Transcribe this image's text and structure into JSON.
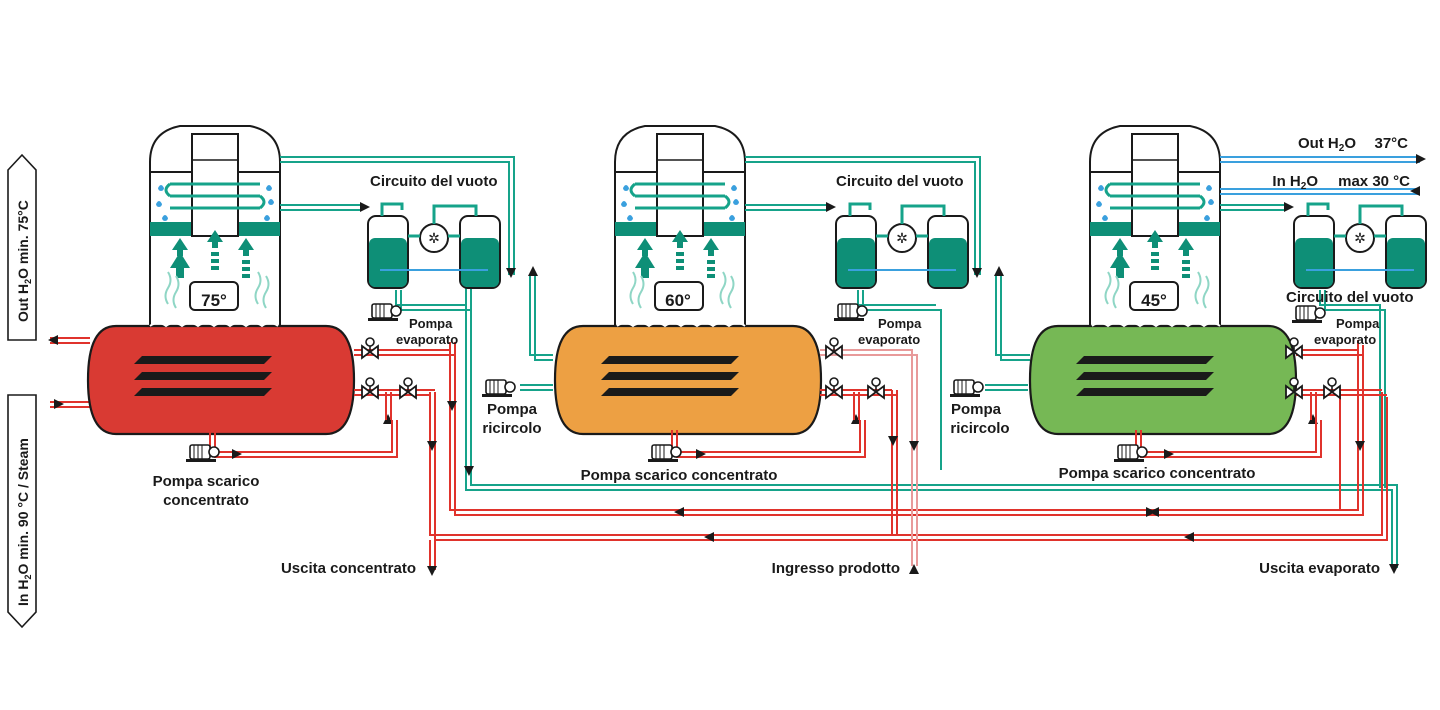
{
  "diagram": {
    "units": [
      {
        "temperature": "75°",
        "color": "#d93a33",
        "vacuum_label": "Circuito del vuoto",
        "pump_evap": [
          "Pompa",
          "evaporato"
        ],
        "pump_discharge": [
          "Pompa scarico",
          "concentrato"
        ]
      },
      {
        "temperature": "60°",
        "color": "#eda043",
        "vacuum_label": "Circuito del vuoto",
        "pump_evap": [
          "Pompa",
          "evaporato"
        ],
        "pump_recirc": [
          "Pompa",
          "ricircolo"
        ],
        "pump_discharge": [
          "Pompa scarico concentrato"
        ]
      },
      {
        "temperature": "45°",
        "color": "#76b855",
        "vacuum_label": "Circuito del vuoto",
        "pump_evap": [
          "Pompa",
          "evaporato"
        ],
        "pump_recirc": [
          "Pompa",
          "ricircolo"
        ],
        "pump_discharge": [
          "Pompa scarico concentrato"
        ]
      }
    ],
    "outputs": {
      "out_water": {
        "prefix": "Out H",
        "sub": "2",
        "mid": "O",
        "value": "37°C"
      },
      "in_water": {
        "prefix": "In H",
        "sub": "2",
        "mid": "O",
        "value": "max 30 °C"
      },
      "uscita_concentrato": "Uscita concentrato",
      "ingresso_prodotto": "Ingresso prodotto",
      "uscita_evaporato": "Uscita evaporato"
    },
    "side_labels": {
      "out_heating": {
        "prefix": "Out H",
        "sub": "2",
        "rest": "O  min. 75°C"
      },
      "in_heating": {
        "prefix": "In H",
        "sub": "2",
        "rest": "O   min. 90 °C / Steam"
      }
    },
    "colors": {
      "hot_line": "#e0332c",
      "cold_line": "#16a38a",
      "water_line": "#3aa0de",
      "liquid": "#0e8f77",
      "dark": "#1a1a1a"
    }
  }
}
